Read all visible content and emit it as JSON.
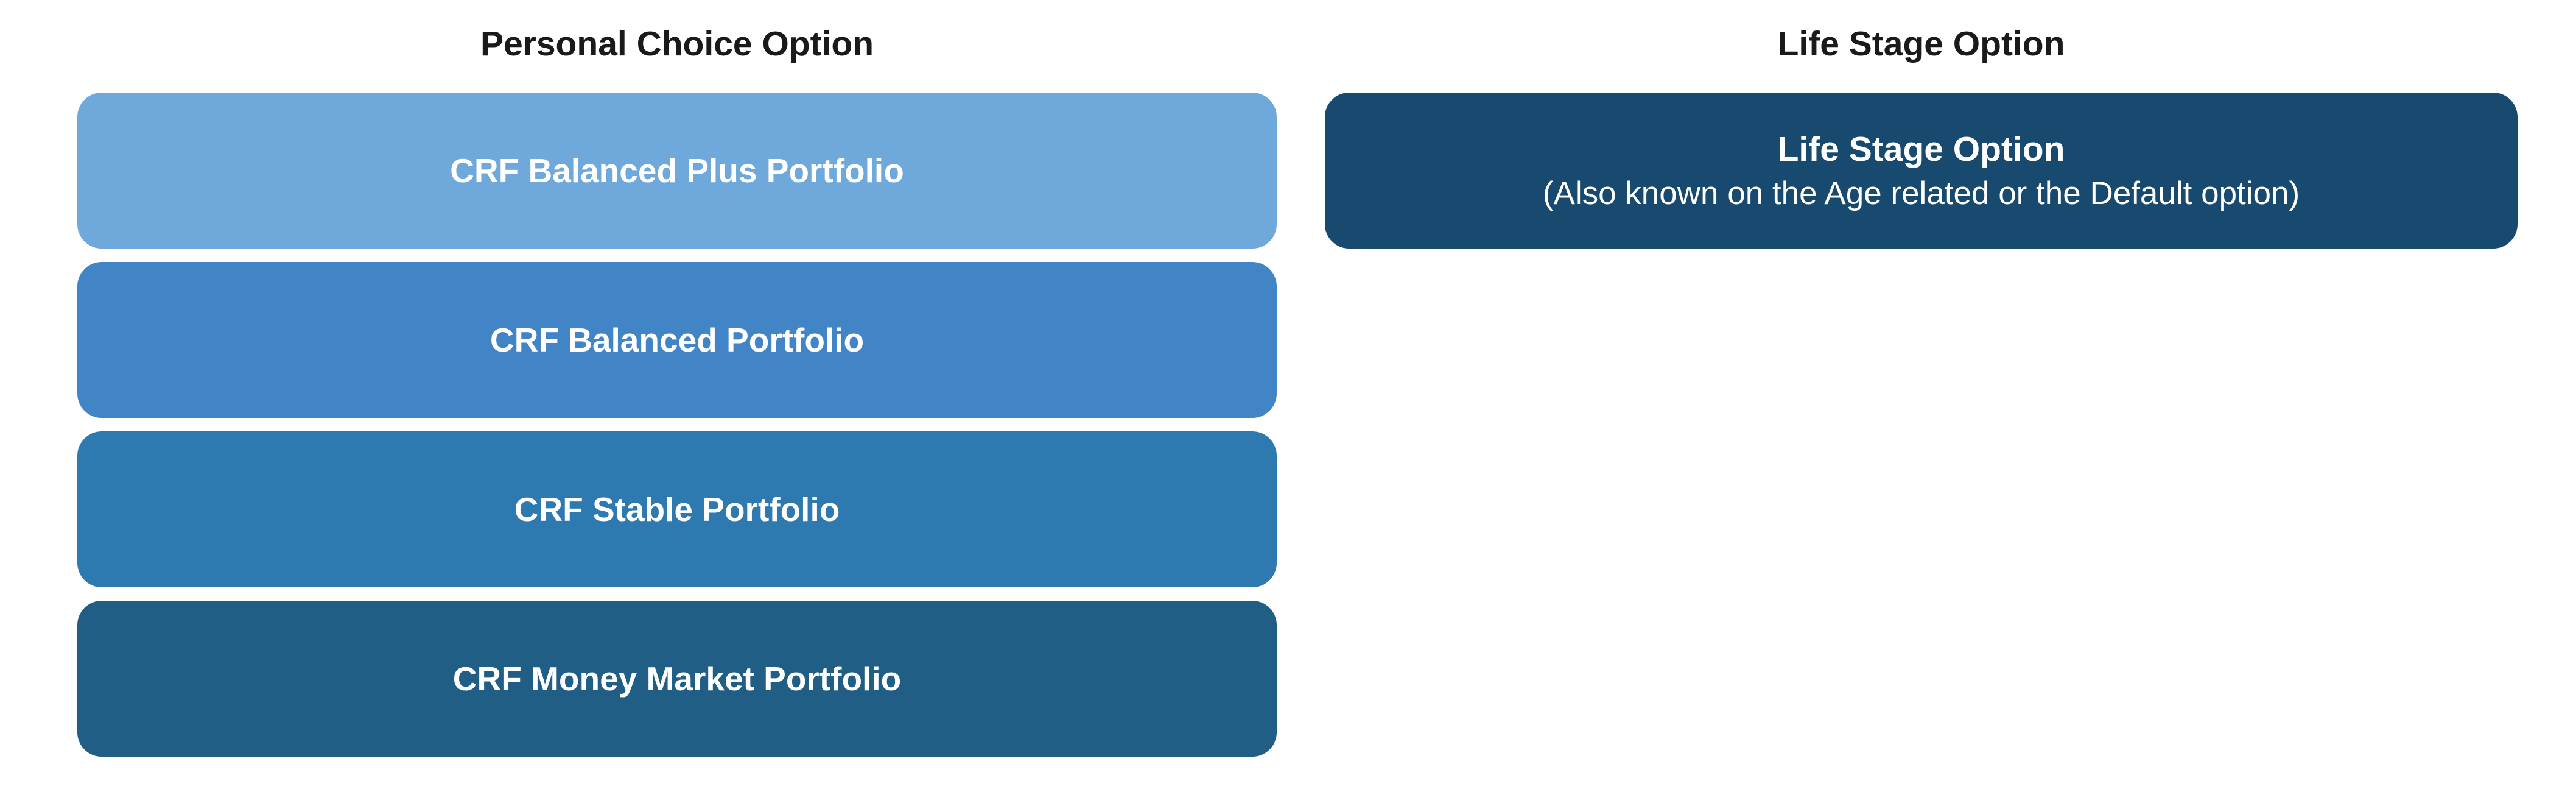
{
  "left_column": {
    "heading": "Personal Choice Option",
    "boxes": [
      {
        "label": "CRF Balanced Plus Portfolio",
        "color": "#6FA9DB"
      },
      {
        "label": "CRF Balanced Portfolio",
        "color": "#4285C6"
      },
      {
        "label": "CRF Stable Portfolio",
        "color": "#2E79B0"
      },
      {
        "label": "CRF Money Market Portfolio",
        "color": "#205E86"
      }
    ]
  },
  "right_column": {
    "heading": "Life Stage Option",
    "box": {
      "title": "Life Stage Option",
      "subtitle": "(Also known on the Age related or the Default option)",
      "color": "#174A6E"
    }
  },
  "colors": {
    "background": "#ffffff",
    "heading_text": "#1a1a1a",
    "box_text": "#ffffff"
  }
}
